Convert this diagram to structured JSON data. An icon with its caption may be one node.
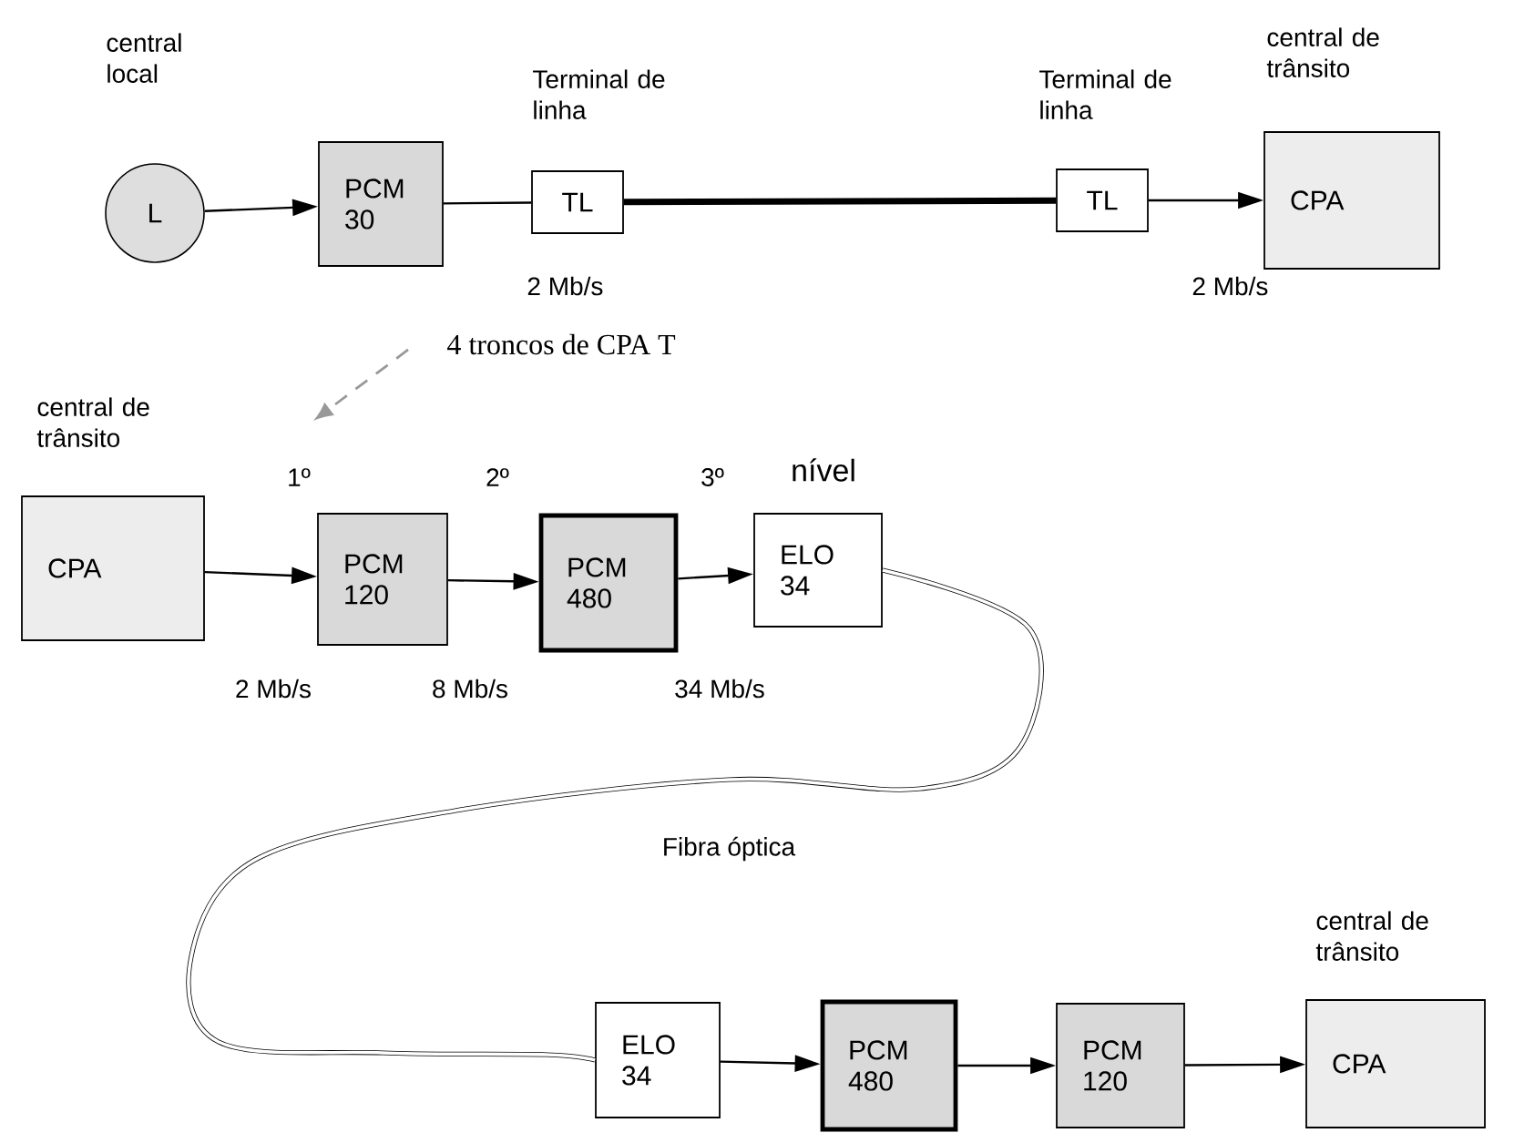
{
  "diagram": {
    "nodes": [
      {
        "text": [
          "L"
        ],
        "beside": [
          "central local"
        ]
      },
      {
        "text": [
          "PCM 30"
        ]
      },
      {
        "text": [
          "TL"
        ],
        "beside": [
          "Terminal de linha"
        ]
      },
      {
        "text": [
          "TL"
        ],
        "beside": [
          "Terminal de linha"
        ]
      },
      {
        "text": [
          "CPA"
        ],
        "beside": [
          "central de trânsito"
        ]
      },
      {
        "text": [
          "CPA"
        ],
        "beside": [
          "central de trânsito"
        ]
      },
      {
        "text": [
          "PCM 120"
        ]
      },
      {
        "text": [
          "PCM 480"
        ]
      },
      {
        "text": [
          "ELO 34"
        ]
      },
      {
        "text": [
          "ELO 34"
        ]
      },
      {
        "text": [
          "PCM 480"
        ]
      },
      {
        "text": [
          "PCM 120"
        ]
      },
      {
        "text": [
          "CPA"
        ],
        "beside": [
          "central de trânsito"
        ]
      }
    ],
    "edges": [
      {
        "from": 0,
        "to": 1,
        "arrow": "to"
      },
      {
        "from": 1,
        "to": 2,
        "arrow": "none"
      },
      {
        "from": 2,
        "to": 3,
        "arrow": "none",
        "style": "thick"
      },
      {
        "from": 3,
        "to": 4,
        "arrow": "to"
      },
      {
        "from": 5,
        "to": 6,
        "arrow": "to"
      },
      {
        "from": 6,
        "to": 7,
        "arrow": "to"
      },
      {
        "from": 7,
        "to": 8,
        "arrow": "to"
      },
      {
        "from": 8,
        "to": 9,
        "arrow": "none"
      },
      {
        "from": 9,
        "to": 10,
        "arrow": "to"
      },
      {
        "from": 10,
        "to": 11,
        "arrow": "to"
      },
      {
        "from": 11,
        "to": 12,
        "arrow": "to"
      }
    ],
    "labels": [
      "2 Mb/s",
      "2 Mb/s",
      "4 troncos de CPA T",
      "1º",
      "2º",
      "3º",
      "nível",
      "2 Mb/s",
      "8 Mb/s",
      "34 Mb/s",
      "Fibra óptica"
    ]
  }
}
